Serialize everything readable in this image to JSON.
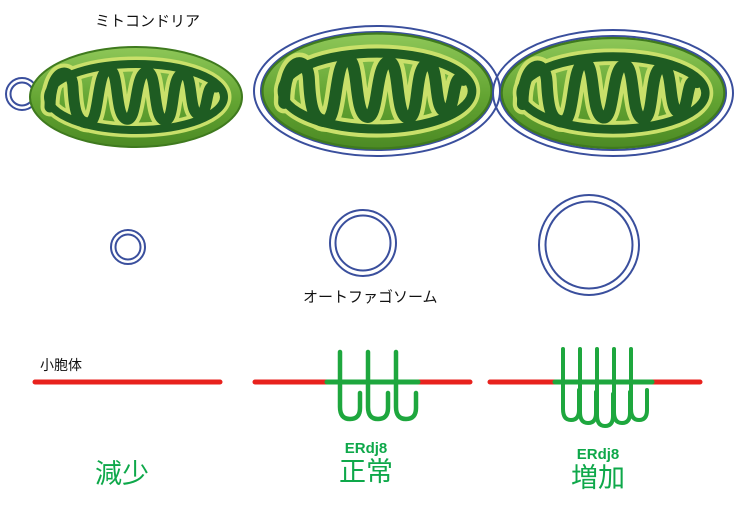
{
  "labels": {
    "mitochondria": "ミトコンドリア",
    "autophagosome": "オートファゴソーム",
    "er": "小胞体"
  },
  "columns": [
    {
      "status": "減少"
    },
    {
      "protein": "ERdj8",
      "status": "正常"
    },
    {
      "protein": "ERdj8",
      "status": "増加"
    }
  ],
  "colors": {
    "mitochondrion_green": "#63a432",
    "cristae_dark": "#1e5c22",
    "cristae_outline": "#c9e06a",
    "membrane_blue": "#3a4f9d",
    "er_red": "#e8221d",
    "erdj8_green": "#1ea73e",
    "text_green": "#0ea84a",
    "text_black": "#111111"
  }
}
